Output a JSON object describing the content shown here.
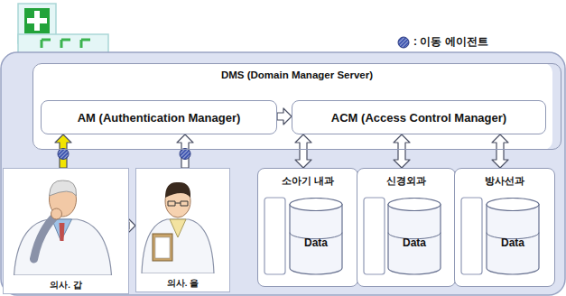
{
  "diagram": {
    "nodes": [
      {
        "text": [
          "DMS (Domain Manager Server)"
        ]
      },
      {
        "text": [
          "AM (Authentication Manager)"
        ],
        "in": 0
      },
      {
        "text": [
          "ACM (Access Control Manager)"
        ],
        "in": 0
      },
      {
        "text": [
          "의사. 갑"
        ]
      },
      {
        "text": [
          "의사. 을"
        ]
      },
      {
        "text": [
          "소아기 내과"
        ]
      },
      {
        "text": [
          "Data"
        ],
        "in": 5
      },
      {
        "text": [
          "신경외과"
        ]
      },
      {
        "text": [
          "Data"
        ],
        "in": 7
      },
      {
        "text": [
          "방사선과"
        ]
      },
      {
        "text": [
          "Data"
        ],
        "in": 9
      }
    ],
    "edges": [
      {
        "from": 3,
        "to": 1,
        "arrow": "to"
      },
      {
        "from": 4,
        "to": 1,
        "arrow": "to"
      },
      {
        "from": 1,
        "to": 2,
        "arrow": "to"
      },
      {
        "from": 3,
        "to": 4,
        "arrow": "to"
      },
      {
        "from": 5,
        "to": 2,
        "arrow": "both"
      },
      {
        "from": 7,
        "to": 2,
        "arrow": "both"
      },
      {
        "from": 9,
        "to": 2,
        "arrow": "both"
      }
    ],
    "legend": [
      {
        "text": ": 이동 에이전트"
      }
    ]
  }
}
